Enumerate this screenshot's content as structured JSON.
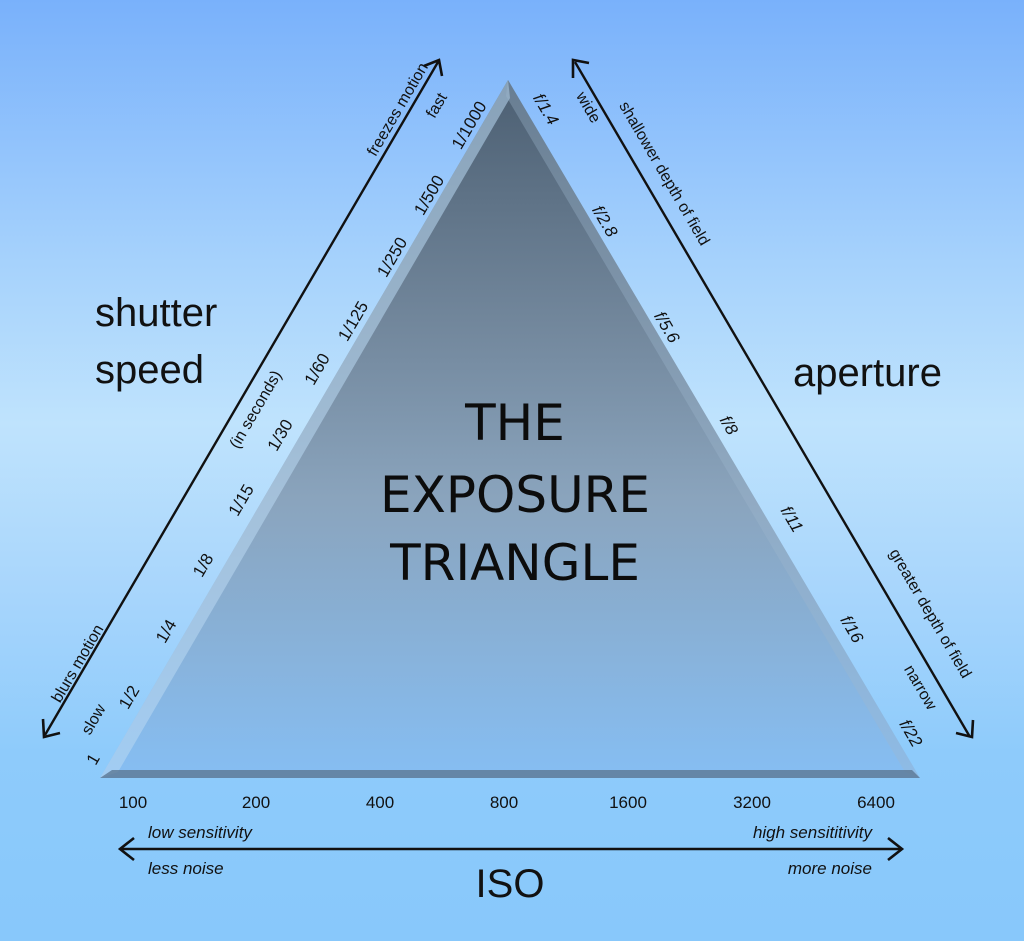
{
  "title": {
    "line1": "THE",
    "line2": "EXPOSURE",
    "line3": "TRIANGLE"
  },
  "shutter": {
    "label_line1": "shutter",
    "label_line2": "speed",
    "unit_note": "(in seconds)",
    "fast_label": "fast",
    "slow_label": "slow",
    "arrow_top_note": "freezes motion",
    "arrow_bottom_note": "blurs motion",
    "ticks": [
      "1/1000",
      "1/500",
      "1/250",
      "1/125",
      "1/60",
      "1/30",
      "1/15",
      "1/8",
      "1/4",
      "1/2",
      "1"
    ]
  },
  "aperture": {
    "label": "aperture",
    "wide_label": "wide",
    "narrow_label": "narrow",
    "arrow_top_note": "shallower depth of field",
    "arrow_bottom_note": "greater depth of field",
    "ticks": [
      "f/1.4",
      "f/2.8",
      "f/5.6",
      "f/8",
      "f/11",
      "f/16",
      "f/22"
    ]
  },
  "iso": {
    "label": "ISO",
    "ticks": [
      "100",
      "200",
      "400",
      "800",
      "1600",
      "3200",
      "6400"
    ],
    "left_note_top": "low sensitivity",
    "left_note_bottom": "less noise",
    "right_note_top": "high sensititivity",
    "right_note_bottom": "more noise"
  },
  "colors": {
    "triangle_top": "#4e6275",
    "triangle_mid": "#8196ab",
    "triangle_bottom": "#86bdf2",
    "ink": "#111111"
  }
}
